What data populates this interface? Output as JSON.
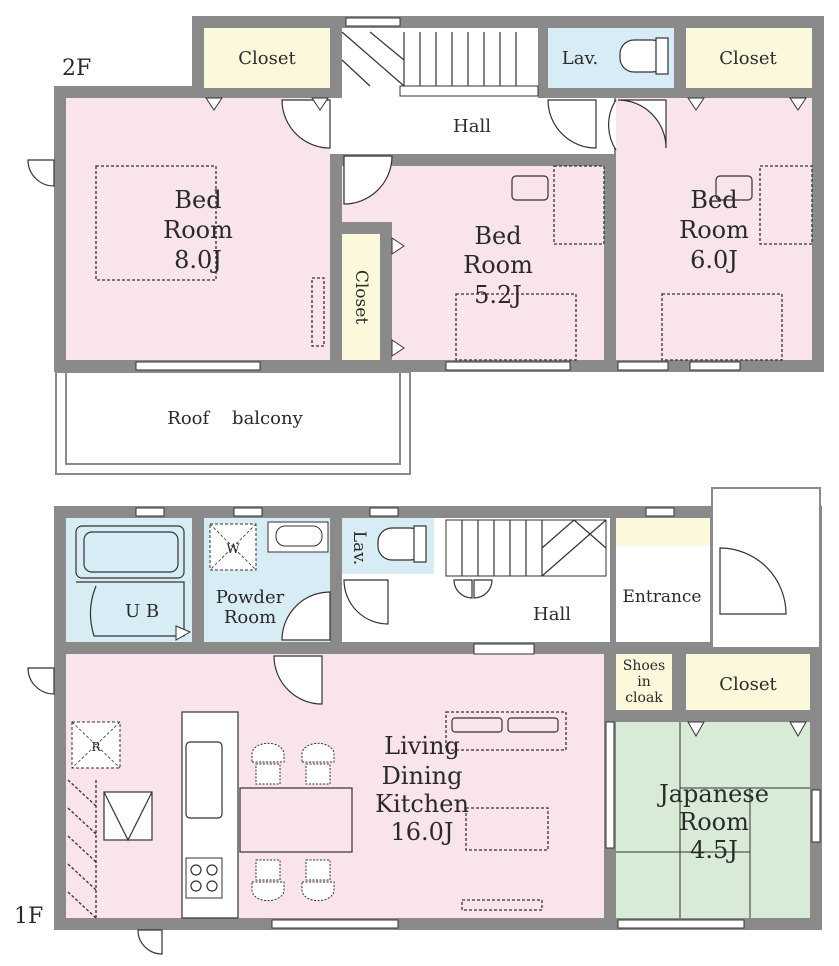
{
  "floors": {
    "second": {
      "label": "2F",
      "rooms": {
        "closet_left": "Closet",
        "lav": "Lav.",
        "closet_right": "Closet",
        "hall": "Hall",
        "bed1_name1": "Bed",
        "bed1_name2": "Room",
        "bed1_size": "8.0J",
        "closet_vertical": "Closet",
        "bed2_name1": "Bed",
        "bed2_name2": "Room",
        "bed2_size": "5.2J",
        "bed3_name1": "Bed",
        "bed3_name2": "Room",
        "bed3_size": "6.0J",
        "roof_balcony": "Roof    balcony"
      }
    },
    "first": {
      "label": "1F",
      "rooms": {
        "ub": "U B",
        "washer": "W",
        "powder_1": "Powder",
        "powder_2": "Room",
        "lav": "Lav.",
        "hall": "Hall",
        "entrance": "Entrance",
        "shoes_1": "Shoes",
        "shoes_2": "in",
        "shoes_3": "cloak",
        "closet": "Closet",
        "ldk_1": "Living",
        "ldk_2": "Dining",
        "ldk_3": "Kitchen",
        "ldk_size": "16.0J",
        "fridge": "R",
        "japanese_1": "Japanese",
        "japanese_2": "Room",
        "japanese_size": "4.5J"
      }
    }
  },
  "colors": {
    "bedroom": "#f9e3ec",
    "closet": "#fbf8dc",
    "wet": "#d8ecf5",
    "japanese": "#d8ebd6",
    "wall": "#8a8a8a",
    "hall": "#ffffff"
  }
}
